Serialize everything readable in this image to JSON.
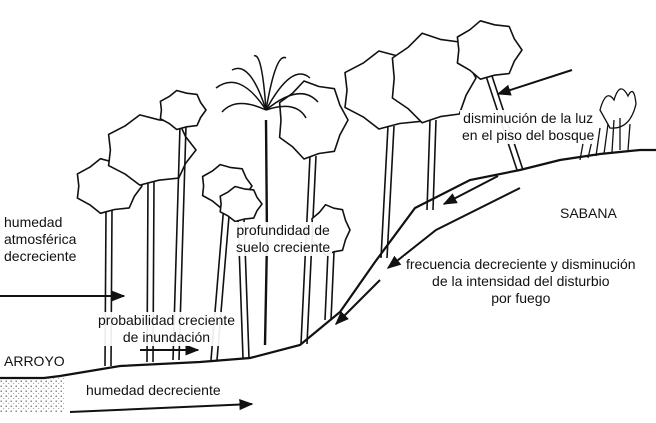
{
  "colors": {
    "ink": "#111111",
    "paper": "#ffffff",
    "stipple": "#555555"
  },
  "labels": {
    "luz": [
      "disminución de la luz",
      "en el piso del bosque"
    ],
    "sabana": "SABANA",
    "humedad_atm": [
      "humedad",
      "atmosférica",
      "decreciente"
    ],
    "profundidad": [
      "profundidad de",
      "suelo creciente"
    ],
    "frecuencia": [
      "frecuencia decreciente y disminución",
      "de la intensidad del disturbio",
      "por fuego"
    ],
    "inundacion": [
      "probabilidad creciente",
      "de inundación"
    ],
    "arroyo": "ARROYO",
    "humedad_dec": "humedad decreciente"
  },
  "icons": [
    "palm-tree-icon",
    "broadleaf-tree-icon",
    "grass-tuft-icon",
    "arrow-icon"
  ]
}
